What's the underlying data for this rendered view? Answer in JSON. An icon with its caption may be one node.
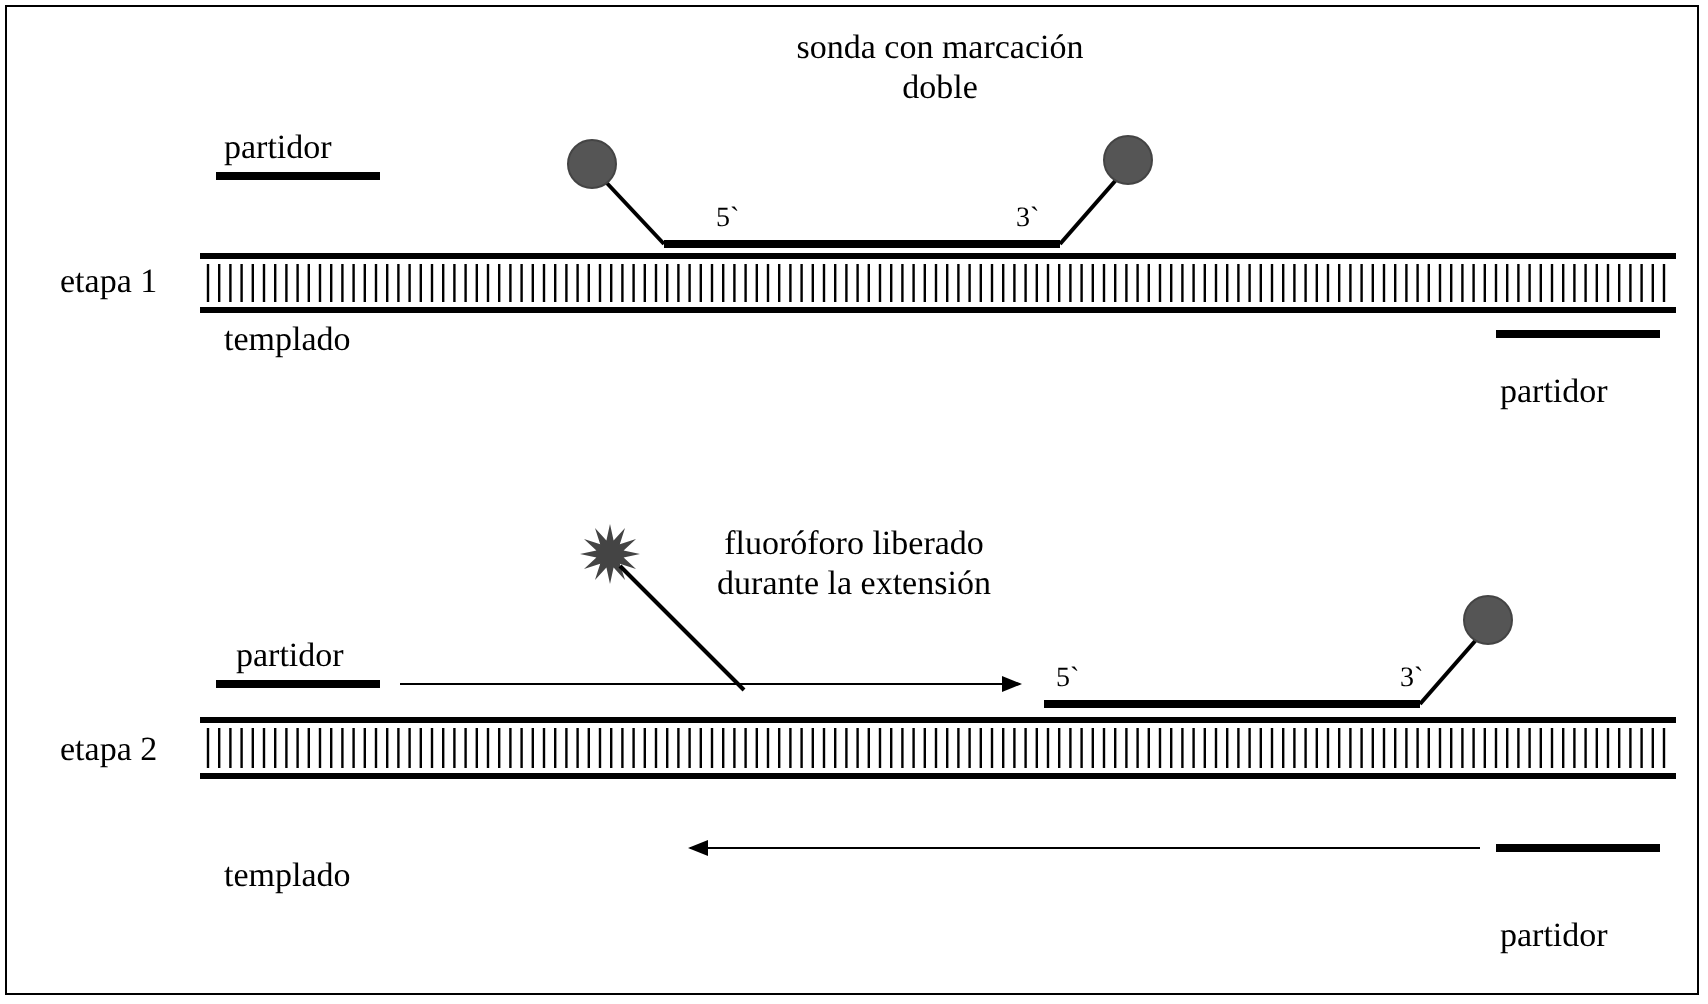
{
  "diagram": {
    "labels": [
      "sonda con marcación doble",
      "partidor",
      "5`",
      "3`",
      "etapa 1",
      "templado",
      "partidor",
      "fluoróforo liberado durante la extensión",
      "partidor",
      "5`",
      "3`",
      "etapa 2",
      "templado",
      "partidor"
    ]
  }
}
